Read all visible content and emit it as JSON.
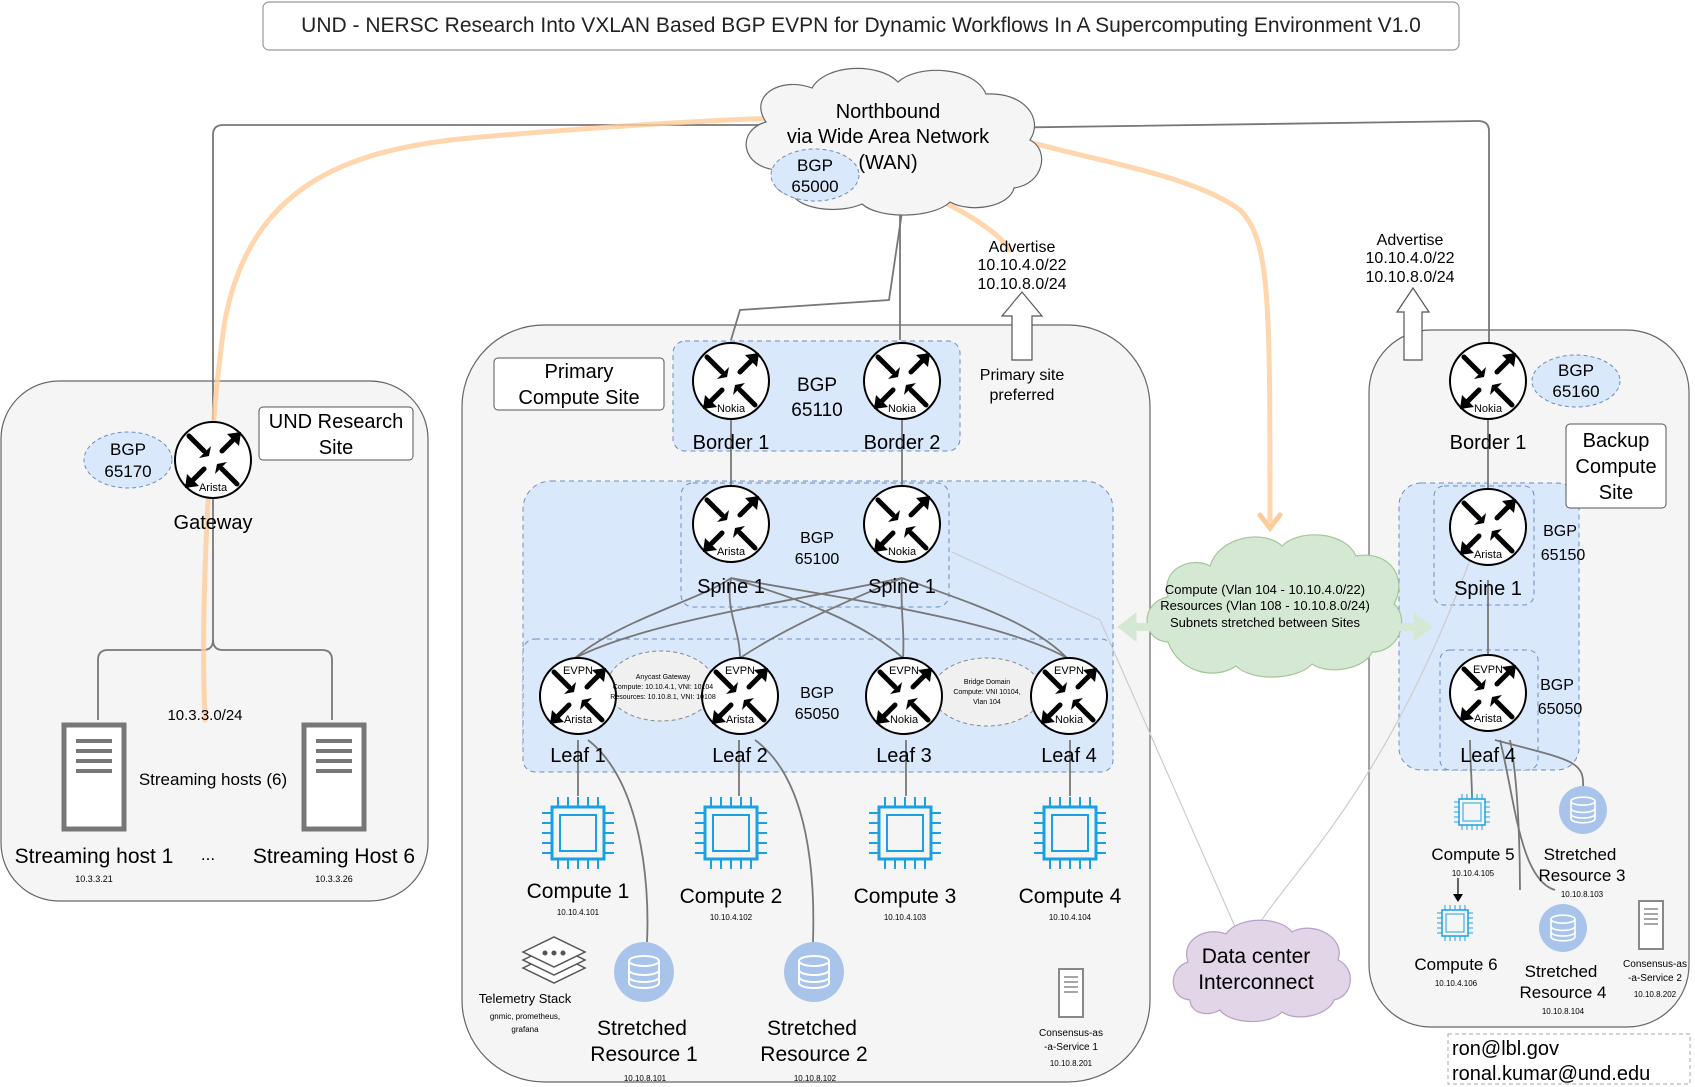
{
  "title": "UND - NERSC Research Into VXLAN Based BGP EVPN for Dynamic Workflows In A Supercomputing Environment V1.0",
  "wan": {
    "line1": "Northbound",
    "line2": "via Wide Area Network",
    "line3": "(WAN)",
    "bgp": "BGP",
    "asn": "65000"
  },
  "und_site": {
    "title_line1": "UND Research",
    "title_line2": "Site",
    "bgp": "BGP",
    "asn": "65170",
    "gateway_label": "Gateway",
    "gateway_vendor": "Arista",
    "subnet": "10.3.3.0/24",
    "hosts_caption": "Streaming hosts (6)",
    "ellipsis": "...",
    "host1_label": "Streaming host 1",
    "host1_ip": "10.3.3.21",
    "host6_label": "Streaming Host 6",
    "host6_ip": "10.3.3.26"
  },
  "primary_site": {
    "title_line1": "Primary",
    "title_line2": "Compute Site",
    "border_bgp": "BGP",
    "border_asn": "65110",
    "border1_label": "Border 1",
    "border2_label": "Border 2",
    "border_vendor": "Nokia",
    "spine_bgp": "BGP",
    "spine_asn": "65100",
    "spine1_label": "Spine 1",
    "spine1_vendor": "Arista",
    "spine2_label": "Spine 1",
    "spine2_vendor": "Nokia",
    "leaf_bgp": "BGP",
    "leaf_asn": "65050",
    "evpn": "EVPN",
    "leaf1_label": "Leaf 1",
    "leaf1_vendor": "Arista",
    "leaf2_label": "Leaf 2",
    "leaf2_vendor": "Arista",
    "leaf3_label": "Leaf 3",
    "leaf3_vendor": "Nokia",
    "leaf4_label": "Leaf 4",
    "leaf4_vendor": "Nokia",
    "anycast_line1": "Anycast Gateway",
    "anycast_line2": "Compute: 10.10.4.1, VNI: 10104",
    "anycast_line3": "Resources: 10.10.8.1, VNI: 10108",
    "bridge_line1": "Bridge Domain",
    "bridge_line2": "Compute: VNI 10104,",
    "bridge_line3": "Vlan 104",
    "compute1": "Compute 1",
    "compute1_ip": "10.10.4.101",
    "compute2": "Compute 2",
    "compute2_ip": "10.10.4.102",
    "compute3": "Compute 3",
    "compute3_ip": "10.10.4.103",
    "compute4": "Compute 4",
    "compute4_ip": "10.10.4.104",
    "res1_line1": "Stretched",
    "res1_line2": "Resource 1",
    "res1_ip": "10.10.8.101",
    "res2_line1": "Stretched",
    "res2_line2": "Resource 2",
    "res2_ip": "10.10.8.102",
    "telemetry_line1": "Telemetry Stack",
    "telemetry_line2": "gnmic, prometheus,",
    "telemetry_line3": "grafana",
    "caas_line1": "Consensus-as",
    "caas_line2": "-a-Service 1",
    "caas_ip": "10.10.8.201",
    "advertise": "Advertise",
    "advertise_net1": "10.10.4.0/22",
    "advertise_net2": "10.10.8.0/24",
    "preferred_line1": "Primary site",
    "preferred_line2": "preferred"
  },
  "stretch_cloud": {
    "line1": "Compute (Vlan 104 - 10.10.4.0/22)",
    "line2": "Resources (Vlan 108 - 10.10.8.0/24)",
    "line3": "Subnets stretched between Sites"
  },
  "dci": {
    "line1": "Data center",
    "line2": "Interconnect"
  },
  "backup_site": {
    "title_line1": "Backup",
    "title_line2": "Compute",
    "title_line3": "Site",
    "advertise": "Advertise",
    "advertise_net1": "10.10.4.0/22",
    "advertise_net2": "10.10.8.0/24",
    "border_label": "Border 1",
    "border_vendor": "Nokia",
    "border_bgp": "BGP",
    "border_asn": "65160",
    "spine_label": "Spine 1",
    "spine_vendor": "Arista",
    "spine_bgp": "BGP",
    "spine_asn": "65150",
    "leaf_label": "Leaf 4",
    "leaf_vendor": "Arista",
    "evpn": "EVPN",
    "leaf_bgp": "BGP",
    "leaf_asn": "65050",
    "compute5": "Compute 5",
    "compute5_ip": "10.10.4.105",
    "compute6": "Compute 6",
    "compute6_ip": "10.10.4.106",
    "res3_line1": "Stretched",
    "res3_line2": "Resource 3",
    "res3_ip": "10.10.8.103",
    "res4_line1": "Stretched",
    "res4_line2": "Resource 4",
    "res4_ip": "10.10.8.104",
    "caas_line1": "Consensus-as",
    "caas_line2": "-a-Service 2",
    "caas_ip": "10.10.8.202"
  },
  "contacts": {
    "email1": "ron@lbl.gov",
    "email2": "ronal.kumar@und.edu"
  },
  "colors": {
    "site_fill": "#f5f5f5",
    "domain_fill": "#dae8fc",
    "stretch_cloud_fill": "#d5e8d4",
    "dci_fill": "#e1d5e7",
    "flow_path": "#ffcc99",
    "compute_icon": "#1ba1e2"
  },
  "icons": {
    "router": "router-icon",
    "server": "server-icon",
    "chip": "chip-icon",
    "database": "database-icon",
    "cloud": "cloud-icon",
    "telemetry": "telemetry-stack-icon"
  }
}
